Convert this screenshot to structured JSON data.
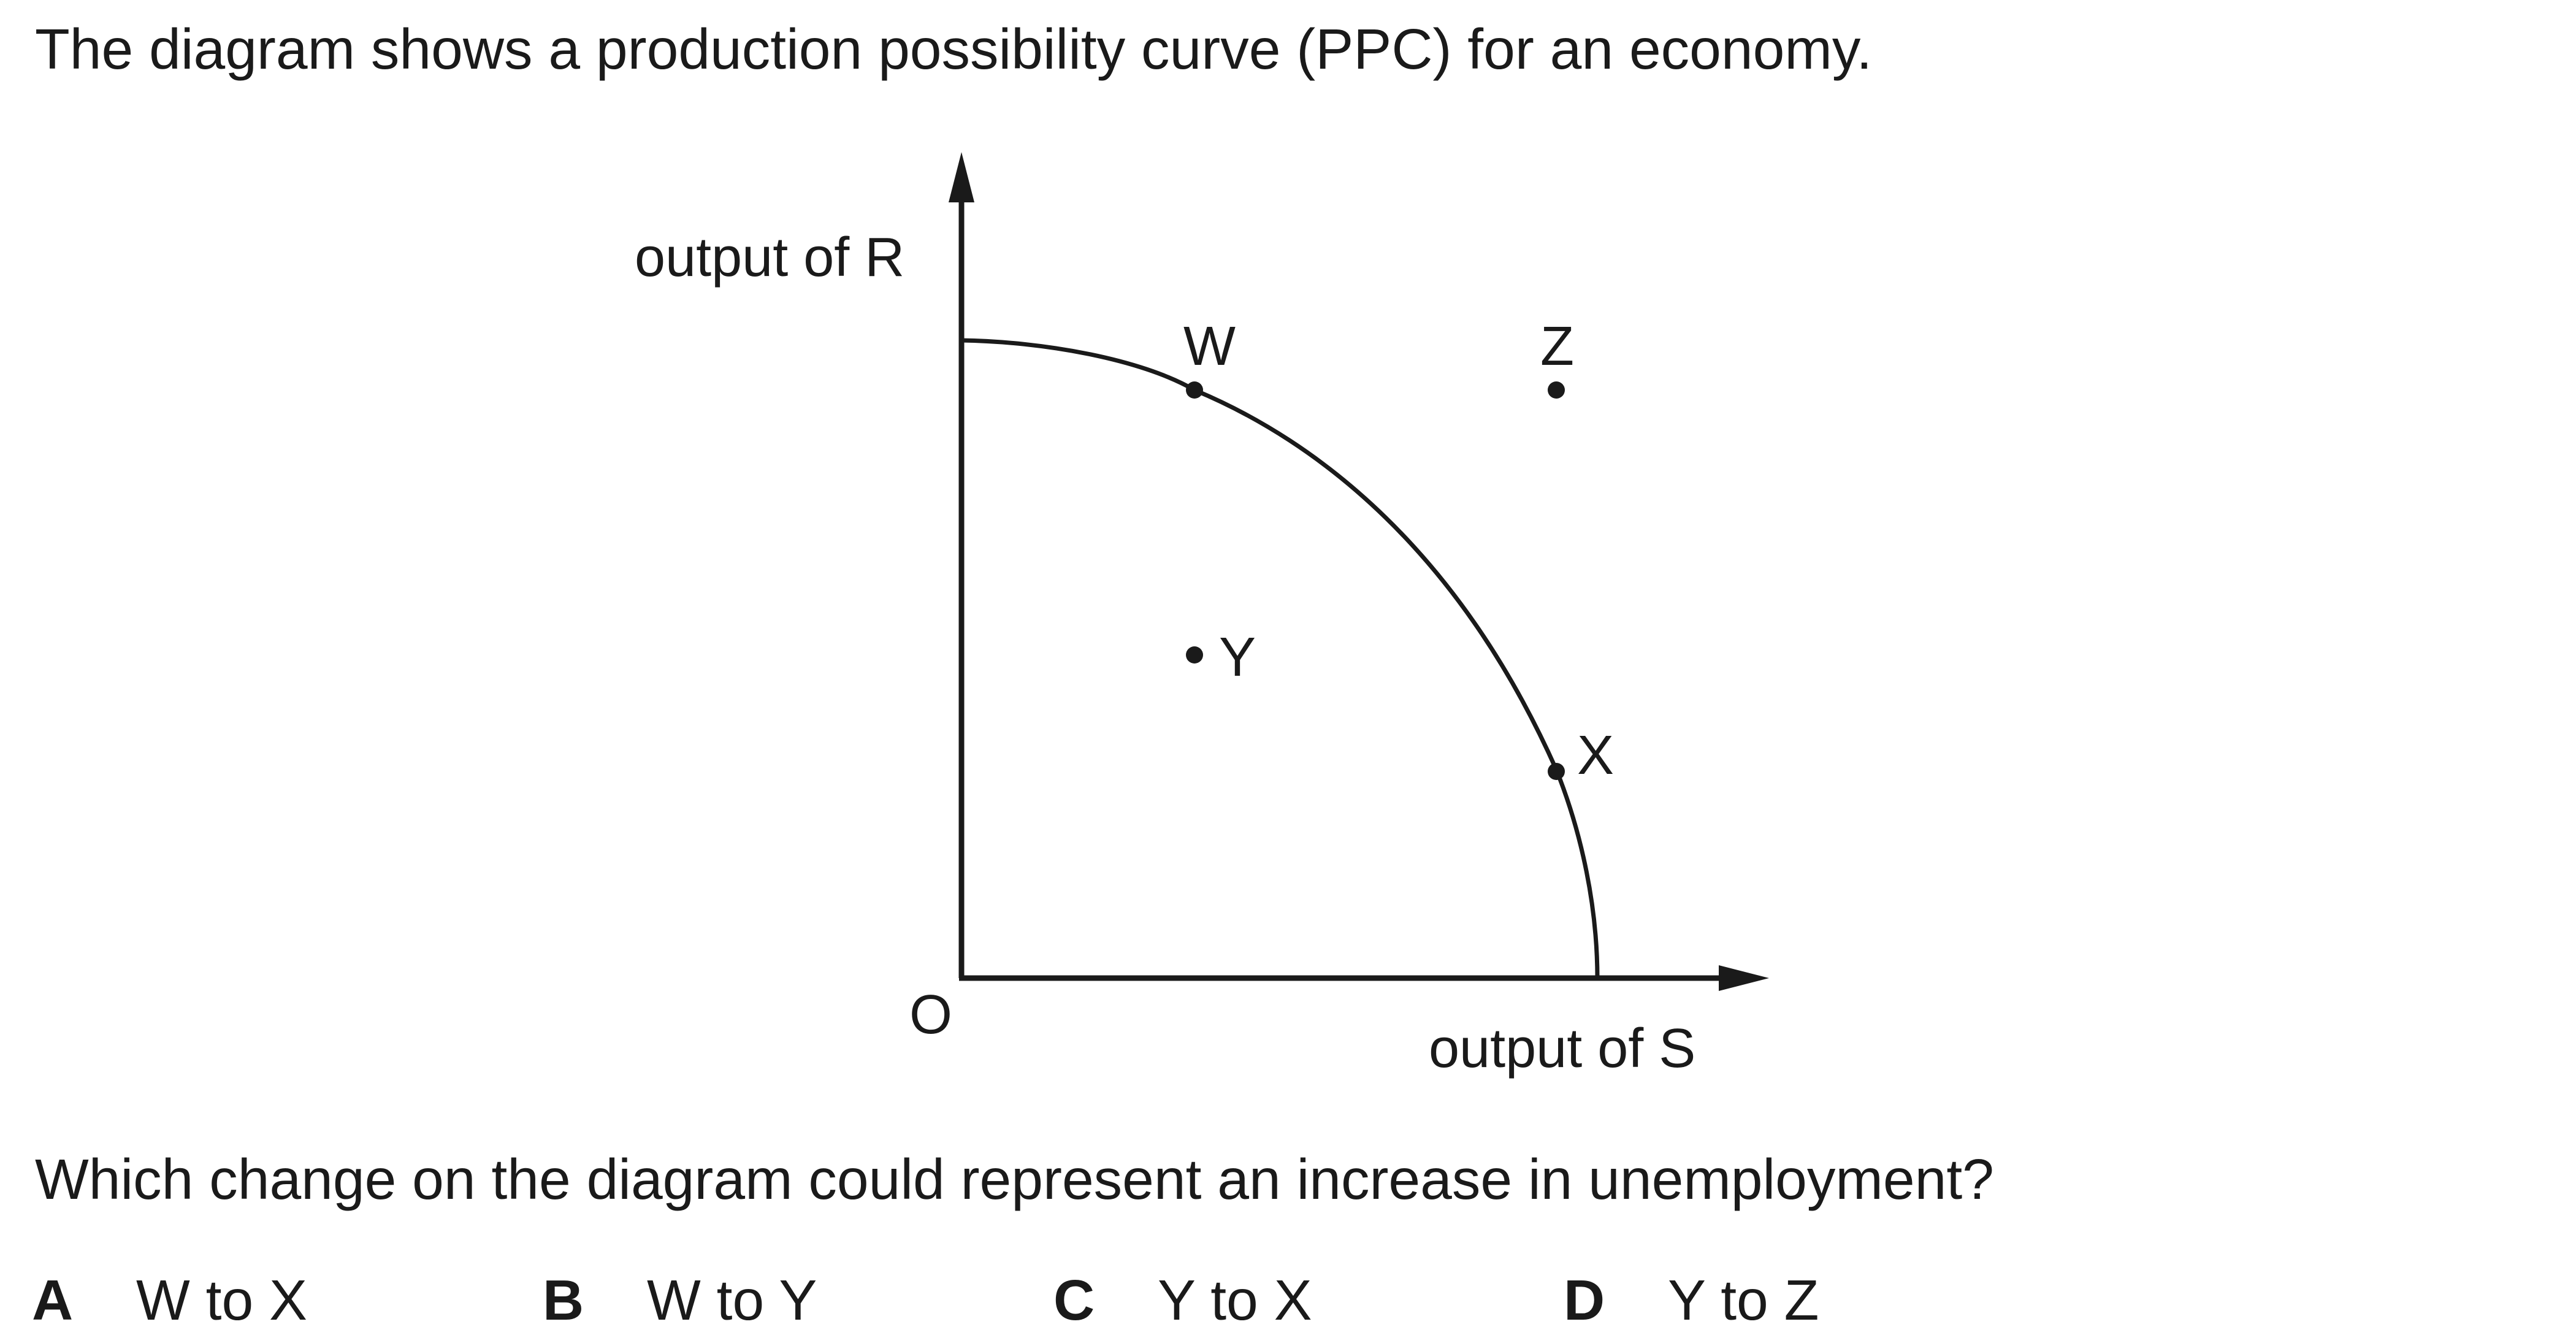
{
  "intro_text": "The diagram shows a production possibility curve (PPC) for an economy.",
  "diagram": {
    "y_axis_label": "output of R",
    "x_axis_label": "output of S",
    "origin_label": "O",
    "points": {
      "W": "W",
      "X": "X",
      "Y": "Y",
      "Z": "Z"
    }
  },
  "question_text": "Which change on the diagram could represent an increase in unemployment?",
  "options": [
    {
      "letter": "A",
      "text": "W to X"
    },
    {
      "letter": "B",
      "text": "W to Y"
    },
    {
      "letter": "C",
      "text": "Y to X"
    },
    {
      "letter": "D",
      "text": "Y to Z"
    }
  ]
}
